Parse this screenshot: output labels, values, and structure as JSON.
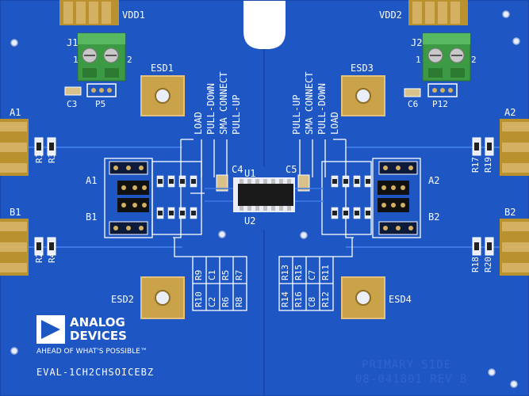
{
  "board": {
    "power_labels": {
      "left": "VDD1",
      "right": "VDD2"
    },
    "connectors": {
      "left": "J1",
      "right": "J2",
      "pin1": "1",
      "pin2": "2"
    },
    "esd_pads": [
      "ESD1",
      "ESD2",
      "ESD3",
      "ESD4"
    ],
    "left_options": [
      "LOAD",
      "PULL-DOWN",
      "SMA CONNECT",
      "PULL-UP"
    ],
    "right_options": [
      "PULL-UP",
      "SMA CONNECT",
      "PULL-DOWN",
      "LOAD"
    ],
    "edge_ports": {
      "a1": "A1",
      "b1": "B1",
      "a2": "A2",
      "b2": "B2"
    },
    "jumper_labels": {
      "a1": "A1",
      "b1": "B1",
      "a2": "A2",
      "b2": "B2"
    },
    "caps": {
      "c3": "C3",
      "c4": "C4",
      "c5": "C5",
      "c6": "C6"
    },
    "headers": {
      "p5": "P5",
      "p12": "P12"
    },
    "ics": {
      "u1": "U1",
      "u2": "U2"
    },
    "resistors": {
      "r1": "R1",
      "r3": "R3",
      "r2": "R2",
      "r4": "R4",
      "r17": "R17",
      "r19": "R19",
      "r18": "R18",
      "r20": "R20"
    },
    "left_table": {
      "top": [
        "R9",
        "C1",
        "R5",
        "R7"
      ],
      "bottom": [
        "R10",
        "C2",
        "R6",
        "R8"
      ]
    },
    "right_table": {
      "top": [
        "R13",
        "R15",
        "C7",
        "R11"
      ],
      "bottom": [
        "R14",
        "R16",
        "C8",
        "R12"
      ]
    },
    "brand": {
      "line1": "ANALOG",
      "line2": "DEVICES",
      "tagline": "AHEAD OF WHAT'S POSSIBLE™"
    },
    "board_name": "EVAL-1CH2CHSOICEBZ",
    "primary_side": "PRIMARY SIDE",
    "revision": "08-041801 REV B"
  },
  "colors": {
    "substrate": "#1e56c4",
    "silkscreen": "#ffffff",
    "gold": "#c9a24a",
    "terminal_green": "#4caf50",
    "trace": "#2a66d8"
  }
}
